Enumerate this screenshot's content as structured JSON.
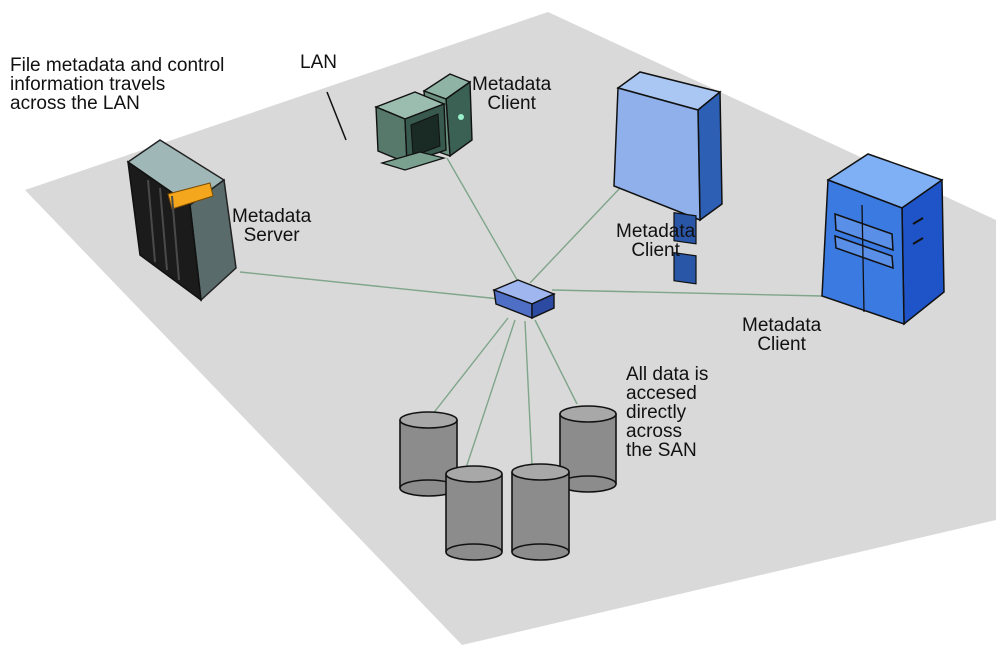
{
  "labels": {
    "lan_note": "File metadata and control\ninformation travels\nacross the LAN",
    "lan": "LAN",
    "server": "Metadata\nServer",
    "client_desktop": "Metadata\nClient",
    "client_tower": "Metadata\nClient",
    "client_big": "Metadata\nClient",
    "san_note": "All data is\naccesed\ndirectly\nacross\nthe SAN"
  },
  "colors": {
    "floor": "#d9d9d9",
    "link_line": "#7fa58a",
    "desktop_body": "#3f6f63",
    "server_body": "#1a1a1a",
    "server_accent": "#f4a61d",
    "client_blue": "#3b7ae0",
    "switch_blue": "#6e8ed8",
    "disk_gray": "#8c8c8c"
  },
  "icons": {
    "server": "server-tower-icon",
    "desktop": "desktop-computer-icon",
    "tower": "storage-cabinet-icon",
    "big": "mainframe-icon",
    "switch": "network-switch-icon",
    "disk": "disk-cylinder-icon"
  }
}
